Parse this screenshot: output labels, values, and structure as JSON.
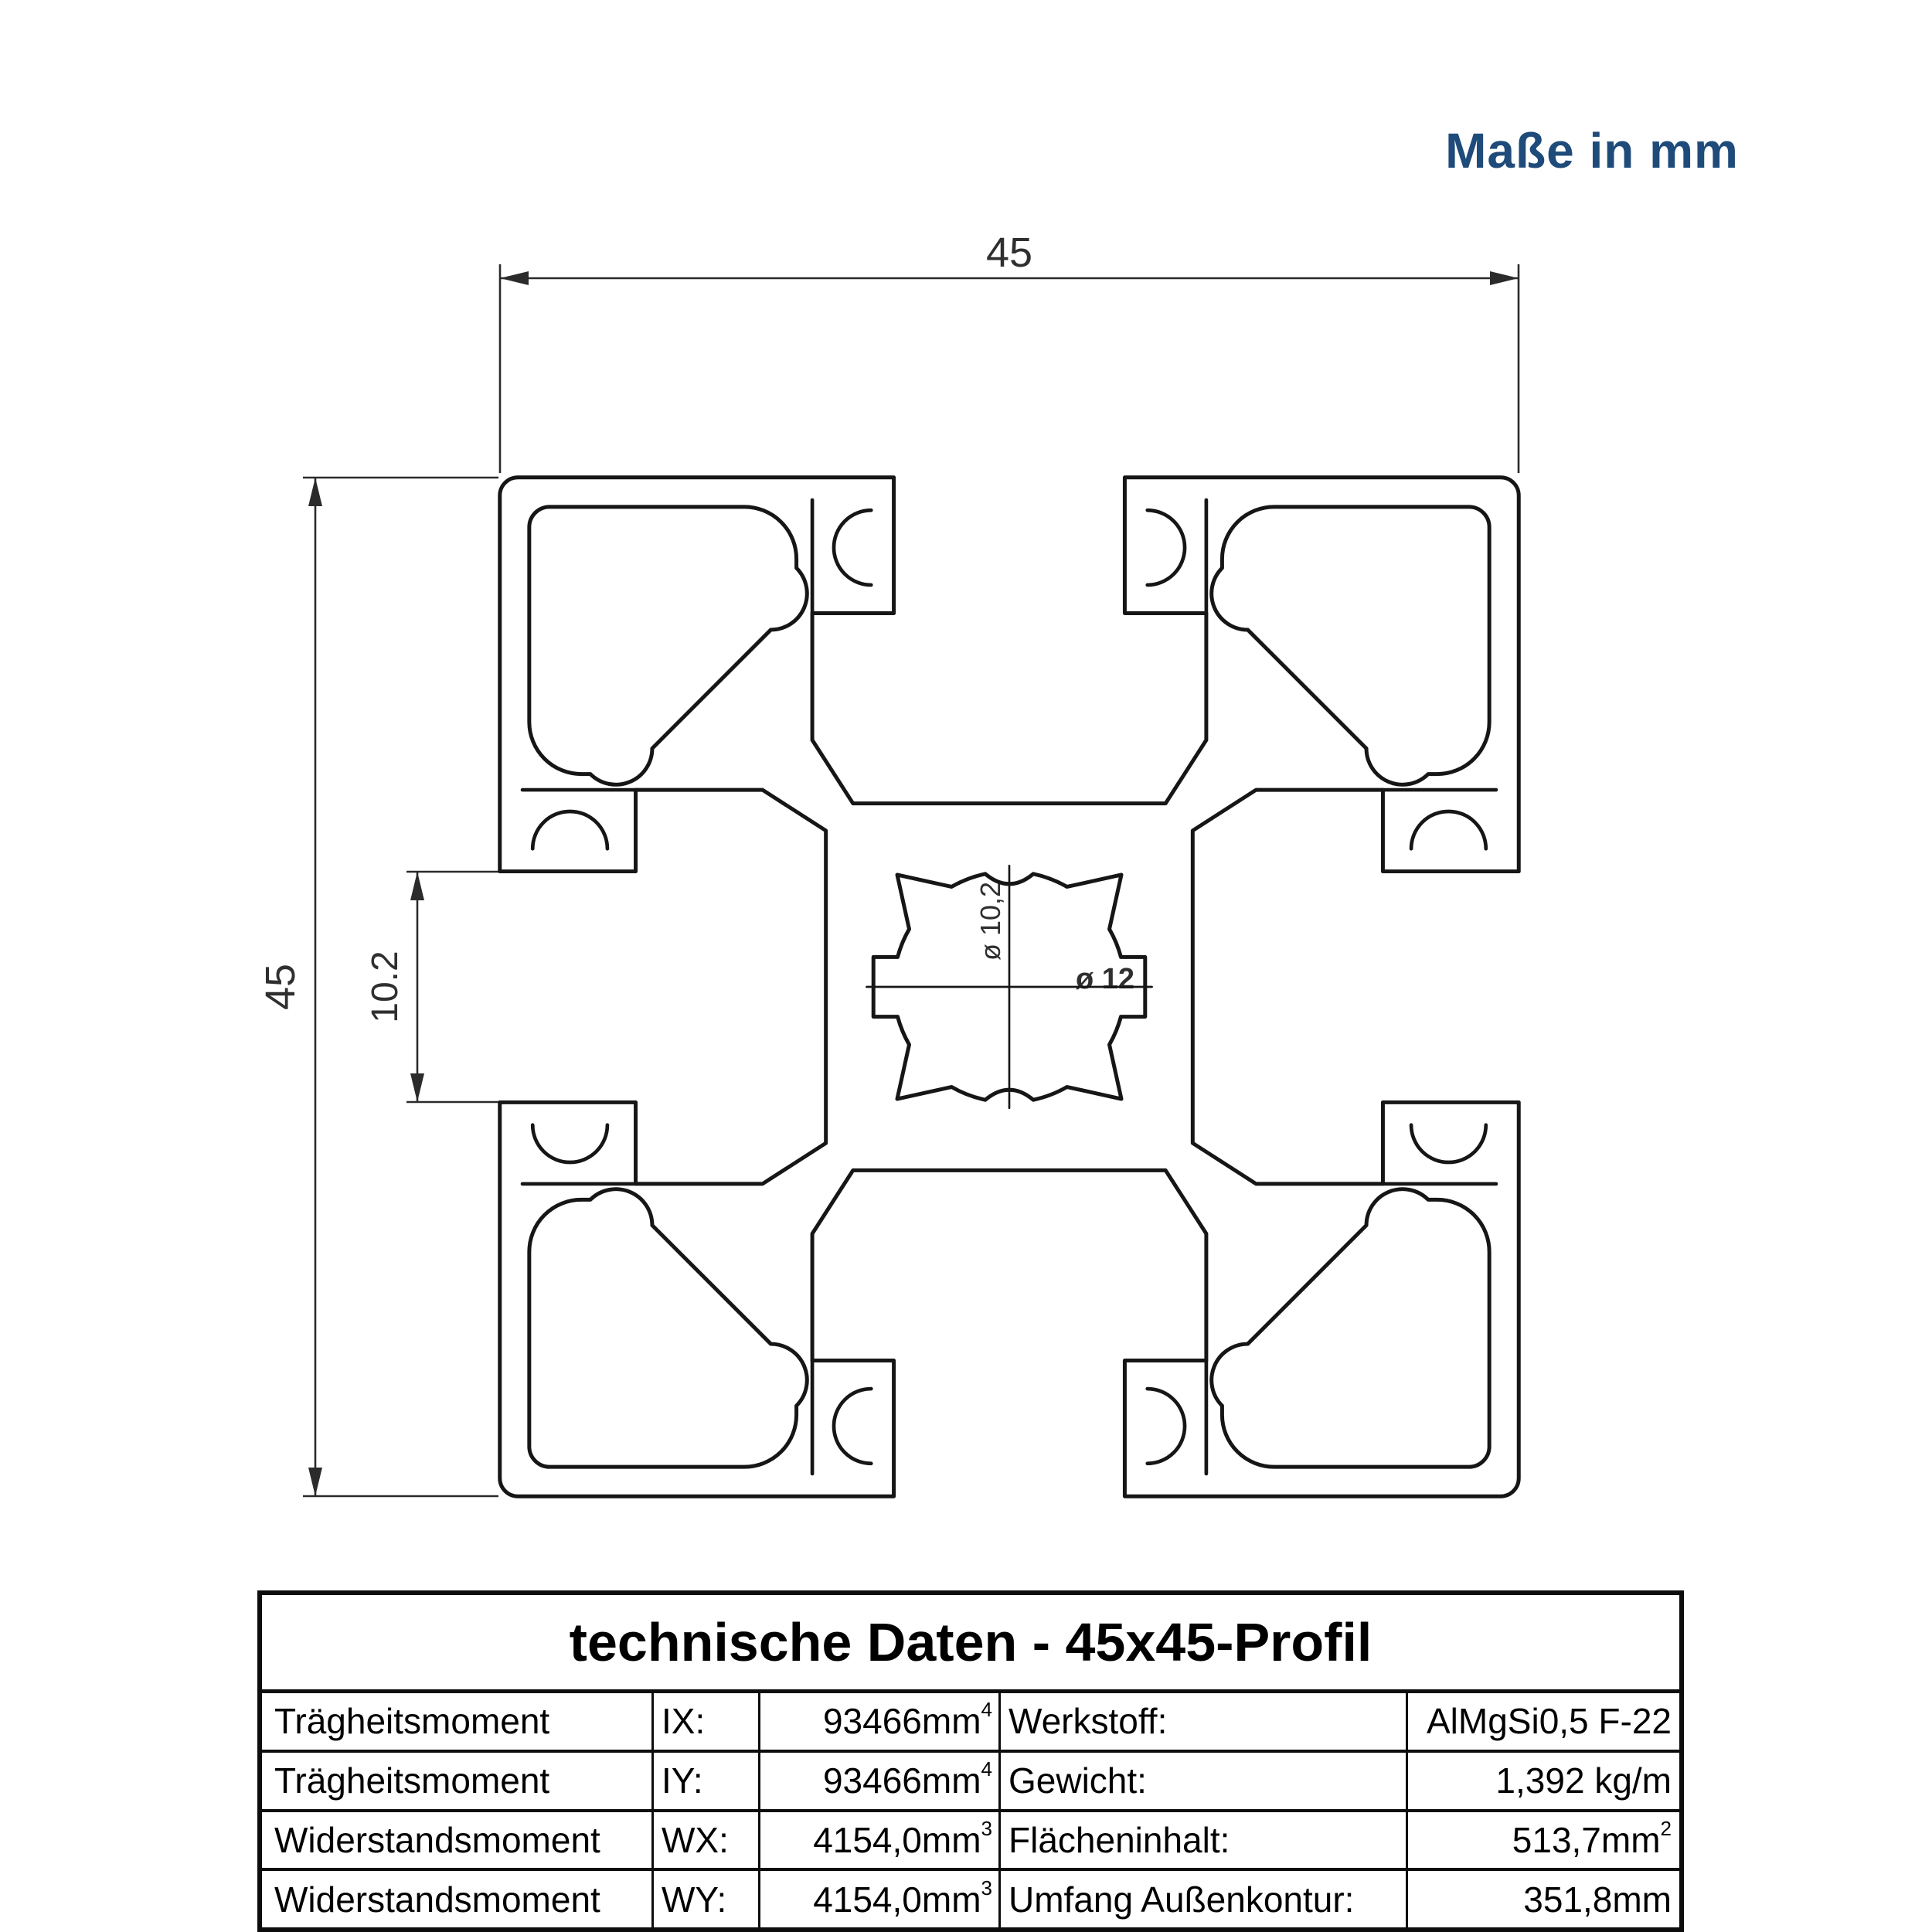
{
  "header": {
    "units_note": "Maße in mm",
    "accent_color": "#1f4b7a"
  },
  "drawing": {
    "width_label": "45",
    "height_label": "45",
    "slot_label": "10.2",
    "bore_small_label": "ø 10,2",
    "bore_big_label": "ø 12",
    "line_color": "#161616"
  },
  "table": {
    "title": "technische Daten - 45x45-Profil",
    "rows": [
      {
        "label": "Trägheitsmoment",
        "symbol": "IX:",
        "value": "93466mm",
        "value_sup": "4",
        "label2": "Werkstoff:",
        "value2": "AlMgSi0,5 F-22",
        "value2_sup": ""
      },
      {
        "label": "Trägheitsmoment",
        "symbol": "IY:",
        "value": "93466mm",
        "value_sup": "4",
        "label2": "Gewicht:",
        "value2": "1,392 kg/m",
        "value2_sup": ""
      },
      {
        "label": "Widerstandsmoment",
        "symbol": "WX:",
        "value": "4154,0mm",
        "value_sup": "3",
        "label2": "Flächeninhalt:",
        "value2": "513,7mm",
        "value2_sup": "2"
      },
      {
        "label": "Widerstandsmoment",
        "symbol": "WY:",
        "value": "4154,0mm",
        "value_sup": "3",
        "label2": "Umfang Außenkontur:",
        "value2": "351,8mm",
        "value2_sup": ""
      }
    ]
  }
}
